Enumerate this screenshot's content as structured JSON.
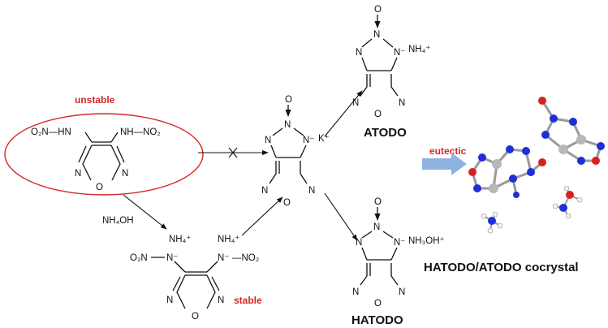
{
  "labels": {
    "unstable": "unstable",
    "stable": "stable",
    "nh4oh": "NH₄OH",
    "atodo": "ATODO",
    "hatodo": "HATODO",
    "eutectic": "eutectic",
    "cocrystal": "HATODO/ATODO cocrystal"
  },
  "atoms": {
    "n": "N",
    "o": "O",
    "n_minus": "N⁻",
    "o2n_hn": "O₂N—HN",
    "nh_no2": "NH—NO₂",
    "o2n": "O₂N",
    "no2": "—NO₂",
    "nh4_plus": "NH₄⁺",
    "k_plus": "K⁺",
    "nh3oh_plus": "NH₃OH⁺"
  },
  "colors": {
    "ellipse": "#d62828",
    "label_red": "#d62828",
    "arrow_blue": "#8fb3e0",
    "atom_nitrogen": "#1f2fd6",
    "atom_oxygen": "#d62020",
    "atom_carbon": "#b8b8b8",
    "atom_hydrogen": "#f2f2f2"
  }
}
